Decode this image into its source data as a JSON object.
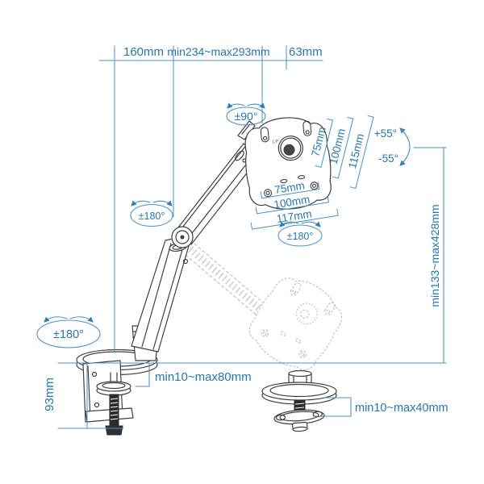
{
  "diagram": {
    "reach": {
      "base_to_elbow": "160mm",
      "elbow_to_joint": "min234~max293mm",
      "joint_to_plate": "63mm"
    },
    "vesa": {
      "vertical": [
        "75mm",
        "100mm",
        "115mm"
      ],
      "horizontal": [
        "75mm",
        "100mm",
        "117mm"
      ],
      "marking": "LP"
    },
    "height_range": "min133~max428mm",
    "clamp": {
      "height": "93mm",
      "desk_thickness": "min10~max80mm"
    },
    "grommet": {
      "desk_thickness": "min10~max40mm"
    },
    "rotation": {
      "top_swivel": "±90°",
      "elbow": "±180°",
      "vesa": "±180°",
      "base": "±180°"
    },
    "tilt": {
      "up": "+55°",
      "down": "-55°"
    },
    "colors": {
      "annotation_blue": "#2477ad",
      "line_dark": "#3f3f3f",
      "ghost_gray": "#b9b9b9"
    }
  }
}
